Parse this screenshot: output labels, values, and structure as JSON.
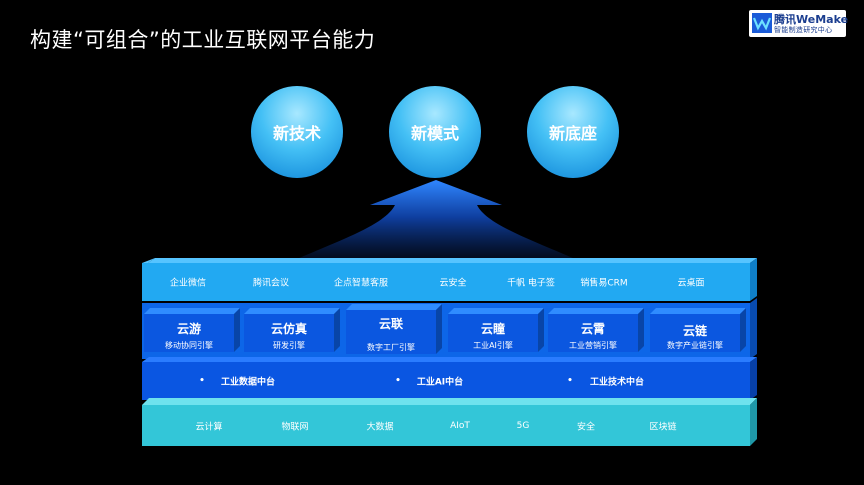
{
  "header": {
    "title": "构建“可组合”的工业互联网平台能力"
  },
  "logo": {
    "brand": "腾讯WeMake",
    "subtitle": "智能制造研究中心",
    "icon": "wemake-logo-icon"
  },
  "circles": [
    {
      "label": "新技术"
    },
    {
      "label": "新模式"
    },
    {
      "label": "新底座"
    }
  ],
  "saas_layer": {
    "items": [
      "企业微信",
      "腾讯会议",
      "企点智慧客服",
      "云安全",
      "千帆 电子签",
      "销售易CRM",
      "云桌面"
    ]
  },
  "engines": [
    {
      "title": "云游",
      "subtitle": "移动协同引擎"
    },
    {
      "title": "云仿真",
      "subtitle": "研发引擎"
    },
    {
      "title": "云联",
      "subtitle": "数字工厂引擎"
    },
    {
      "title": "云瞳",
      "subtitle": "工业AI引擎"
    },
    {
      "title": "云霄",
      "subtitle": "工业营销引擎"
    },
    {
      "title": "云链",
      "subtitle": "数字产业链引擎"
    }
  ],
  "platform_layer": {
    "items": [
      "工业数据中台",
      "工业AI中台",
      "工业技术中台"
    ]
  },
  "base_layer": {
    "items": [
      "云计算",
      "物联网",
      "大数据",
      "AIoT",
      "5G",
      "安全",
      "区块链"
    ]
  },
  "colors": {
    "background": "#000000",
    "saas_band": "#20a8f0",
    "engine_band": "#0d66e8",
    "platform_band": "#0a55e0",
    "base_band": "#32c6d8",
    "circle": "#44c0f5"
  }
}
